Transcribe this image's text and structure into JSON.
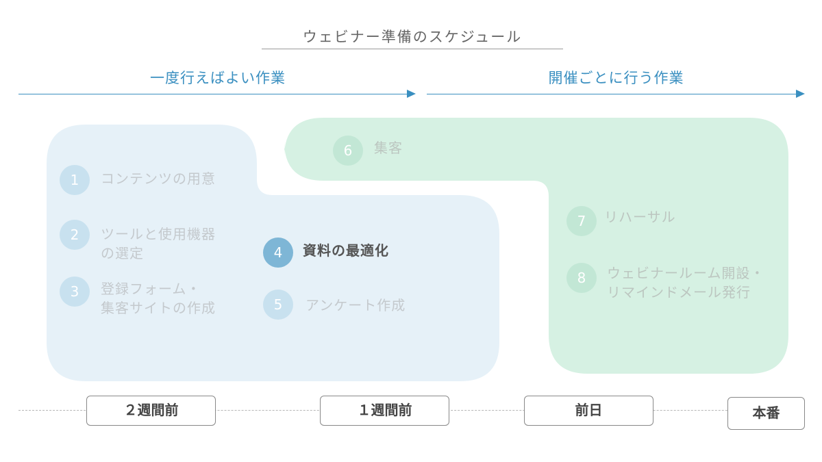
{
  "title": "ウェビナー準備のスケジュール",
  "phases": {
    "once": "一度行えばよい作業",
    "each": "開催ごとに行う作業"
  },
  "colors": {
    "accent": "#3a8fc0",
    "once_area": "#e6f1f8",
    "each_area": "#d6f1e3",
    "active_step": "#7eb6d6"
  },
  "steps": [
    {
      "num": "1",
      "text": "コンテンツの用意"
    },
    {
      "num": "2",
      "line1": "ツールと使用機器",
      "line2": "の選定"
    },
    {
      "num": "3",
      "line1": "登録フォーム・",
      "line2": "集客サイトの作成"
    },
    {
      "num": "4",
      "text": "資料の最適化",
      "active": true
    },
    {
      "num": "5",
      "text": "アンケート作成"
    },
    {
      "num": "6",
      "text": "集客"
    },
    {
      "num": "7",
      "text": "リハーサル"
    },
    {
      "num": "8",
      "line1": "ウェビナールーム開設・",
      "line2": "リマインドメール発行"
    }
  ],
  "timeline": [
    "２週間前",
    "１週間前",
    "前日",
    "本番"
  ]
}
